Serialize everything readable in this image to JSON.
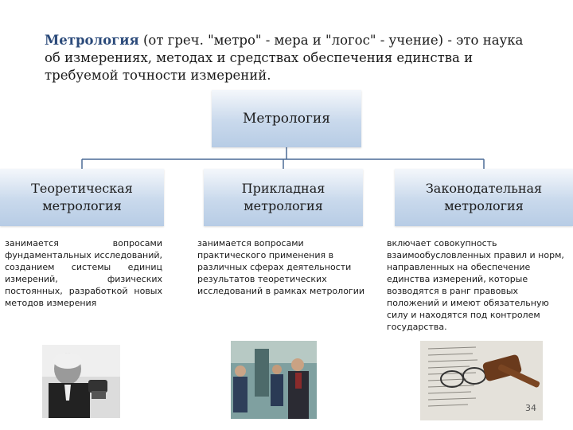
{
  "intro": {
    "term": "Метрология",
    "definition": " (от греч. \"метро\" - мера и \"логос\" - учение) - это наука об измерениях, методах и средствах обеспечения единства и требуемой точности измерений."
  },
  "diagram": {
    "root": "Метрология",
    "branches": [
      {
        "title_line1": "Теоретическая",
        "title_line2": "метрология",
        "description": "занимается вопросами фундаментальных исследований, созданием системы единиц измерений, физических постоянных, разработкой новых методов измерения"
      },
      {
        "title_line1": "Прикладная",
        "title_line2": "метрология",
        "description": "занимается вопросами практического применения в различных сферах деятельности результатов теоретических исследований в рамках метрологии"
      },
      {
        "title_line1": "Законодательная",
        "title_line2": "метрология",
        "description": "включает совокупность взаимообусловленных правил и норм, направленных на обеспечение единства измерений, которые возводятся в ранг правовых положений и имеют обязательную силу и находятся под контролем государства."
      }
    ]
  },
  "colors": {
    "term": "#2b4a7a",
    "connector": "#4a6a95",
    "box_gradient_top": "#f4f7fb",
    "box_gradient_bottom": "#b7cce5"
  },
  "page_number": "34"
}
